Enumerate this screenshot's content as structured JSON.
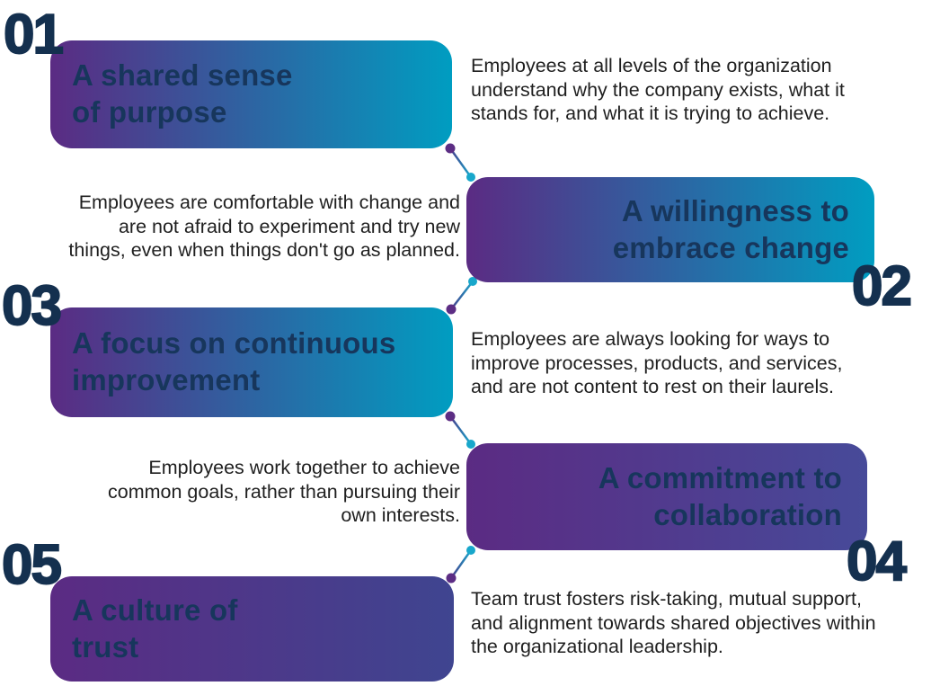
{
  "background": "#ffffff",
  "colors": {
    "number": "#14304f",
    "title": "#17365c",
    "description": "#1f1f1f",
    "dot_purple": "#5c2d84",
    "dot_teal": "#18a7cb",
    "line_purple_end": "#4a3a8a",
    "line_teal_end": "#18a7cb"
  },
  "items": [
    {
      "number": "01",
      "title": "A shared sense\nof purpose",
      "description": "Employees at all levels of the organization\nunderstand why the company exists, what it\nstands for, and what it is trying to achieve.",
      "gradient_from": "#5b2b83",
      "gradient_to": "#009dc1"
    },
    {
      "number": "02",
      "title": "A willingness to\nembrace change",
      "description": "Employees are comfortable with change and\nare not afraid to experiment and try new\nthings, even when things don't go as planned.",
      "gradient_from": "#5b2b83",
      "gradient_to": "#009dc1"
    },
    {
      "number": "03",
      "title": "A focus on continuous\nimprovement",
      "description": "Employees are always looking for ways to\nimprove processes, products, and services,\nand are not content to rest on their laurels.",
      "gradient_from": "#5b2b83",
      "gradient_to": "#009dc1"
    },
    {
      "number": "04",
      "title": "A commitment to\ncollaboration",
      "description": "Employees work together to achieve\ncommon goals, rather than pursuing their\nown interests.",
      "gradient_from": "#5b2b83",
      "gradient_to": "#474a99"
    },
    {
      "number": "05",
      "title": "A culture of\ntrust",
      "description": "Team trust fosters risk-taking, mutual support,\nand alignment towards shared objectives within\nthe organizational leadership.",
      "gradient_from": "#5b2b83",
      "gradient_to": "#3f4590"
    }
  ]
}
